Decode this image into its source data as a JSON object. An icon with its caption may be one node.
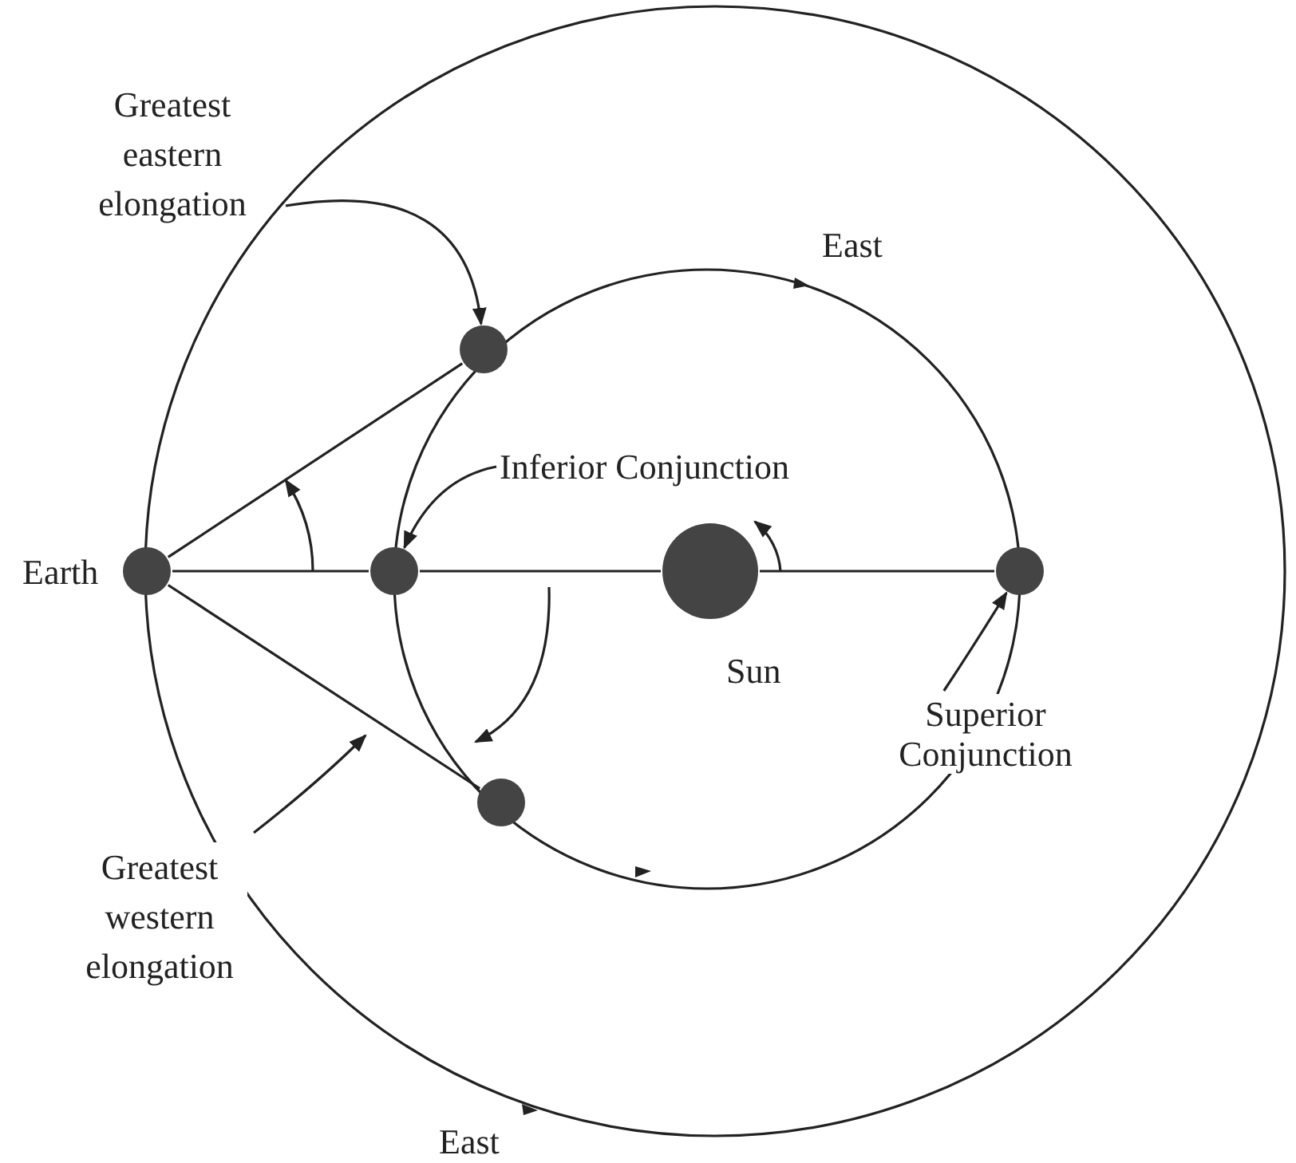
{
  "diagram": {
    "nodes": [
      {
        "text": [
          "Greatest eastern elongation"
        ]
      },
      {
        "text": [],
        "shape": "circle"
      },
      {
        "text": [
          "Inferior Conjunction"
        ]
      },
      {
        "text": [],
        "shape": "circle",
        "beside": [
          "Earth"
        ]
      },
      {
        "text": [],
        "shape": "circle"
      },
      {
        "text": [],
        "shape": "circle",
        "beside": [
          "Sun"
        ]
      },
      {
        "text": [],
        "shape": "circle"
      },
      {
        "text": [],
        "shape": "circle"
      },
      {
        "text": [
          "Superior Conjunction"
        ]
      },
      {
        "text": [
          "Greatest western elongation"
        ]
      }
    ],
    "edges": [
      {
        "from": 0,
        "to": 1,
        "arrow": "to"
      },
      {
        "from": 2,
        "to": 4,
        "arrow": "to"
      },
      {
        "from": 3,
        "to": 1,
        "arrow": "none"
      },
      {
        "from": 3,
        "to": 4,
        "arrow": "none"
      },
      {
        "from": 4,
        "to": 5,
        "arrow": "none"
      },
      {
        "from": 5,
        "to": 6,
        "arrow": "none"
      },
      {
        "from": 3,
        "to": 7,
        "arrow": "none"
      },
      {
        "from": 8,
        "to": 6,
        "arrow": "to"
      },
      {
        "from": 9,
        "to": null,
        "arrow": "to"
      }
    ],
    "labels": [
      "East",
      "East"
    ]
  }
}
